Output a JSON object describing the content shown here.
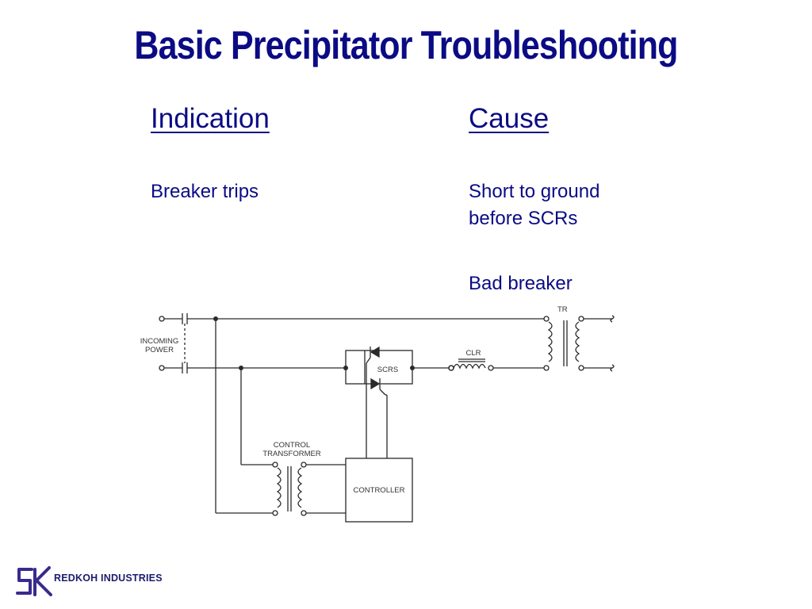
{
  "slide": {
    "title": "Basic Precipitator Troubleshooting",
    "title_color": "#0b0b85"
  },
  "columns": {
    "indication_header": "Indication",
    "cause_header": "Cause"
  },
  "rows": [
    {
      "indication": "Breaker trips",
      "causes": [
        {
          "line1": "Short to ground",
          "line2": "before SCRs"
        },
        {
          "line1": "Bad breaker",
          "line2": ""
        }
      ]
    }
  ],
  "diagram": {
    "labels": {
      "incoming_power_line1": "INCOMING",
      "incoming_power_line2": "POWER",
      "tr": "TR",
      "clr": "CLR",
      "scrs": "SCRS",
      "control_transformer_line1": "CONTROL",
      "control_transformer_line2": "TRANSFORMER",
      "controller": "CONTROLLER"
    }
  },
  "logo": {
    "text": "REDKOH INDUSTRIES",
    "mark_color": "#3a2a8c"
  }
}
